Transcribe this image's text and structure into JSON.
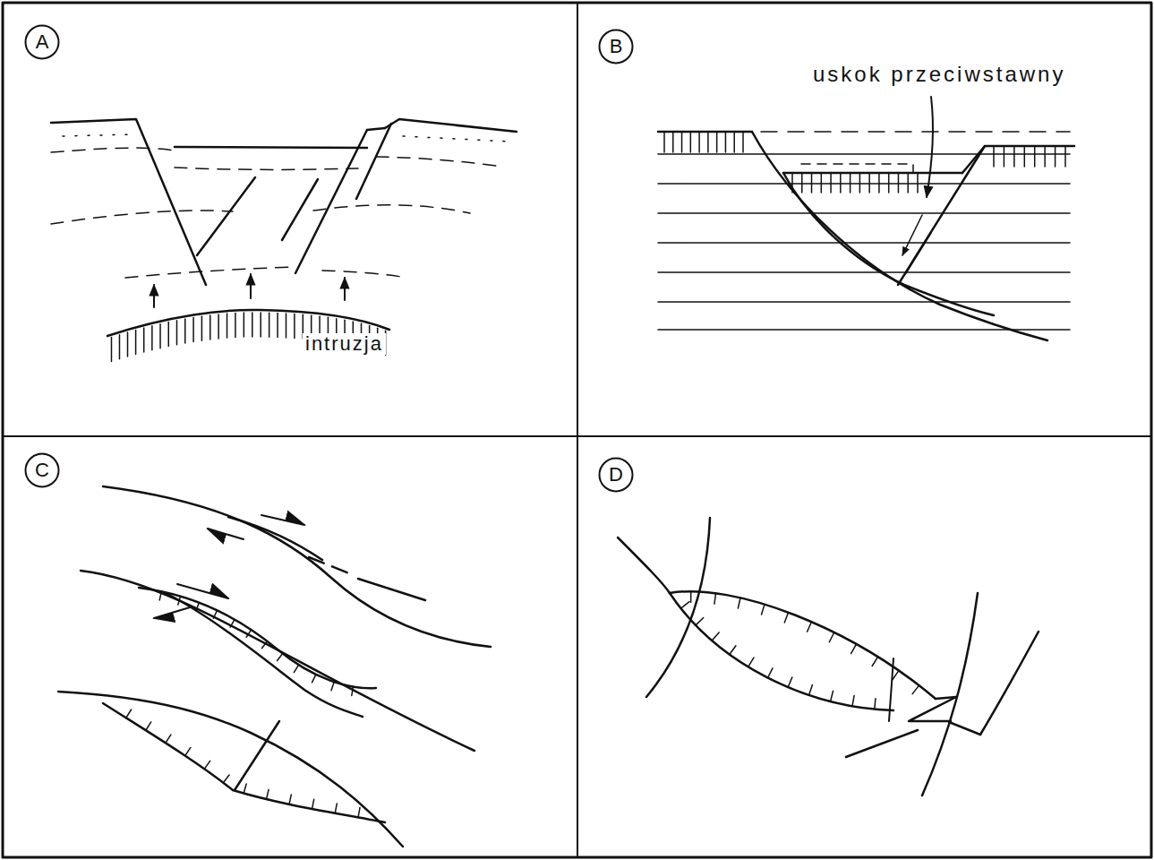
{
  "diagram": {
    "nodes": [
      {
        "text": [
          "A"
        ]
      },
      {
        "text": [
          "B"
        ]
      },
      {
        "text": [
          "C"
        ]
      },
      {
        "text": [
          "D"
        ]
      }
    ],
    "labels": [
      "uskok przeciwstawny",
      "intruzja"
    ]
  }
}
